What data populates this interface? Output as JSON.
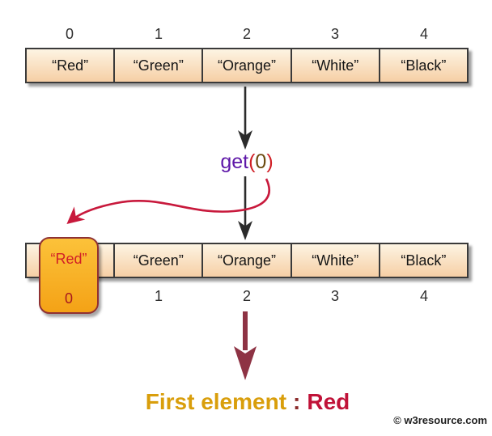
{
  "top_array": {
    "indices": [
      "0",
      "1",
      "2",
      "3",
      "4"
    ],
    "cells": [
      "“Red”",
      "“Green”",
      "“Orange”",
      "“White”",
      "“Black”"
    ]
  },
  "method_call": {
    "name": "get",
    "open_paren": "(",
    "argument": "0",
    "close_paren": ")"
  },
  "bottom_array": {
    "indices": [
      "0",
      "1",
      "2",
      "3",
      "4"
    ],
    "cells": [
      "“Red”",
      "“Green”",
      "“Orange”",
      "“White”",
      "“Black”"
    ],
    "highlight": {
      "value": "“Red”"
    }
  },
  "result": {
    "label": "First element",
    "separator": ":",
    "value": "Red"
  },
  "watermark": "© w3resource.com",
  "colors": {
    "cell_fill_top": "#fdf4e3",
    "cell_fill_bottom": "#f6cfa5",
    "cell_border": "#3a3a3a",
    "highlight_fill": "#f8b128",
    "highlight_border": "#8f3133",
    "highlight_text": "#d22027",
    "method_name": "#5e17a8",
    "parens": "#d01f26",
    "argument": "#6b4a0f",
    "black_arrow": "#2b2b2b",
    "red_curve_arrow": "#c8193c",
    "maroon_arrow": "#8e3344",
    "result_label": "#d99e0b",
    "result_value": "#c01238"
  }
}
